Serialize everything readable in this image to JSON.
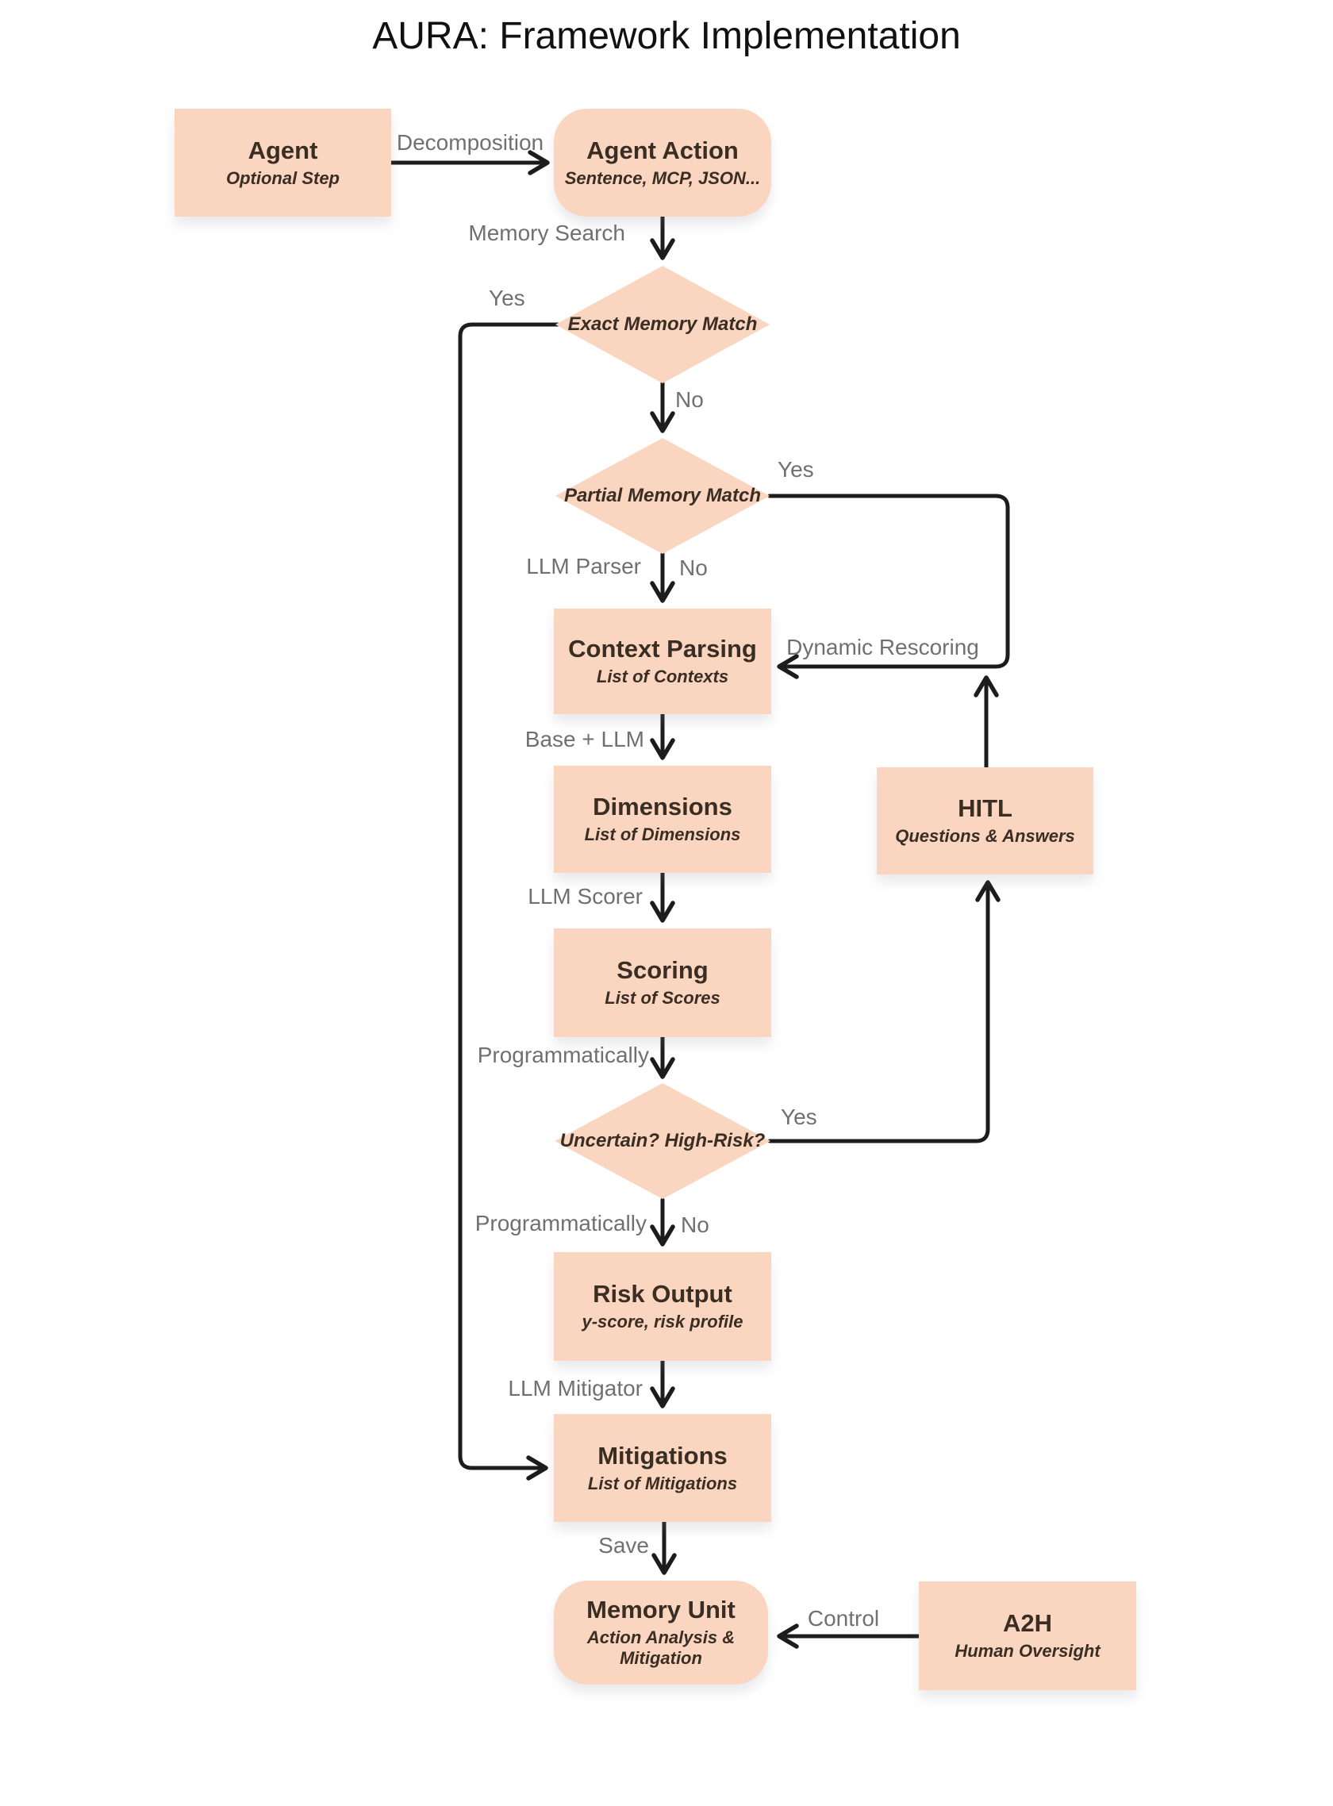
{
  "title": "AURA: Framework Implementation",
  "colors": {
    "node_fill": "#fad6c0",
    "node_text": "#3a2d23",
    "connector": "#1c1c1c",
    "edge_label": "#707070",
    "background": "#ffffff"
  },
  "nodes": [
    {
      "id": "agent",
      "shape": "rect",
      "title": "Agent",
      "subtitle": "Optional Step"
    },
    {
      "id": "agent-action",
      "shape": "rounded",
      "title": "Agent Action",
      "subtitle": "Sentence, MCP, JSON..."
    },
    {
      "id": "exact-match",
      "shape": "diamond",
      "title": "Exact Memory Match",
      "subtitle": ""
    },
    {
      "id": "partial-match",
      "shape": "diamond",
      "title": "Partial Memory Match",
      "subtitle": ""
    },
    {
      "id": "context-parsing",
      "shape": "rect",
      "title": "Context Parsing",
      "subtitle": "List of Contexts"
    },
    {
      "id": "dimensions",
      "shape": "rect",
      "title": "Dimensions",
      "subtitle": "List of Dimensions"
    },
    {
      "id": "scoring",
      "shape": "rect",
      "title": "Scoring",
      "subtitle": "List of Scores"
    },
    {
      "id": "uncertain",
      "shape": "diamond",
      "title": "Uncertain? High-Risk?",
      "subtitle": ""
    },
    {
      "id": "risk-output",
      "shape": "rect",
      "title": "Risk Output",
      "subtitle": "y-score, risk profile"
    },
    {
      "id": "mitigations",
      "shape": "rect",
      "title": "Mitigations",
      "subtitle": "List of Mitigations"
    },
    {
      "id": "memory-unit",
      "shape": "rounded",
      "title": "Memory Unit",
      "subtitle": "Action Analysis & Mitigation"
    },
    {
      "id": "hitl",
      "shape": "rect",
      "title": "HITL",
      "subtitle": "Questions & Answers"
    },
    {
      "id": "a2h",
      "shape": "rect",
      "title": "A2H",
      "subtitle": "Human Oversight"
    }
  ],
  "edges": {
    "decomposition": "Decomposition",
    "memory_search": "Memory Search",
    "yes_exact": "Yes",
    "no_exact": "No",
    "llm_parser": "LLM Parser",
    "no_partial": "No",
    "yes_partial": "Yes",
    "dynamic_rescoring": "Dynamic Rescoring",
    "base_llm": "Base + LLM",
    "llm_scorer": "LLM Scorer",
    "programmatically_top": "Programmatically",
    "yes_uncertain": "Yes",
    "programmatically_bottom": "Programmatically",
    "no_uncertain": "No",
    "llm_mitigator": "LLM Mitigator",
    "save": "Save",
    "control": "Control"
  }
}
